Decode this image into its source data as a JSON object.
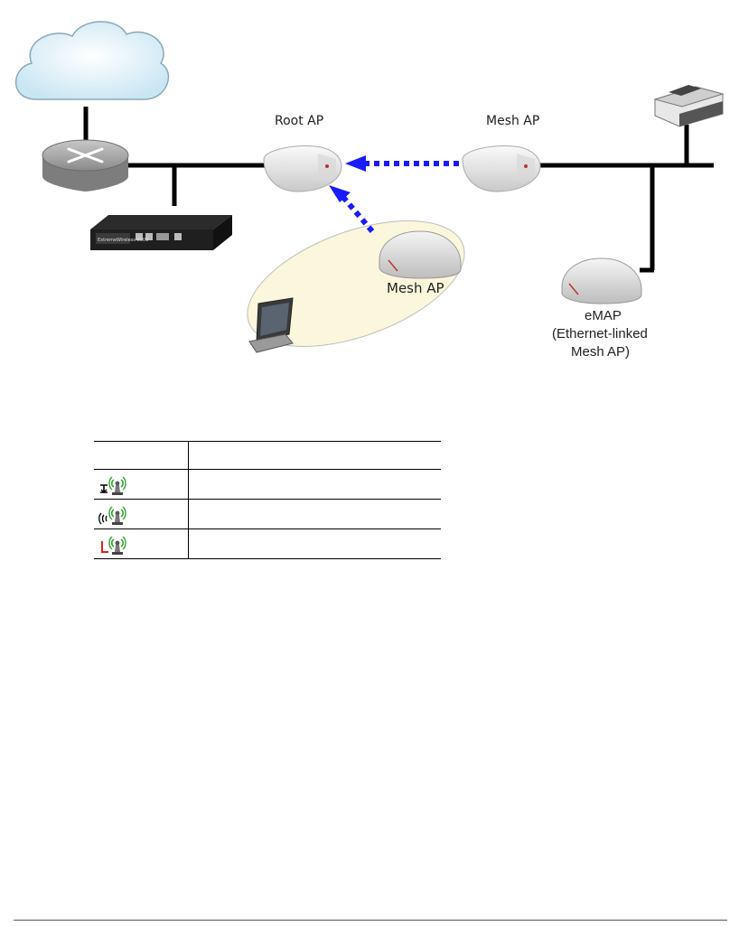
{
  "diagram": {
    "labels": {
      "root_ap": "Root AP",
      "mesh_ap_top": "Mesh AP",
      "mesh_ap_wireless": "Mesh AP",
      "emap_line1": "eMAP",
      "emap_line2": "(Ethernet-linked",
      "emap_line3": "Mesh AP)"
    },
    "controller_text": "ExtremeWireless 6000",
    "colors": {
      "mesh_link": "#1a1aff",
      "wired": "#000000",
      "coverage_fill": "#fbf7dc",
      "cloud": "#d4ecf7"
    }
  },
  "legend": {
    "header": [
      "",
      ""
    ],
    "rows": [
      {
        "icon": "wired-mesh-ap-icon",
        "text": ""
      },
      {
        "icon": "wireless-mesh-ap-icon",
        "text": ""
      },
      {
        "icon": "failed-mesh-ap-icon",
        "text": ""
      }
    ]
  }
}
